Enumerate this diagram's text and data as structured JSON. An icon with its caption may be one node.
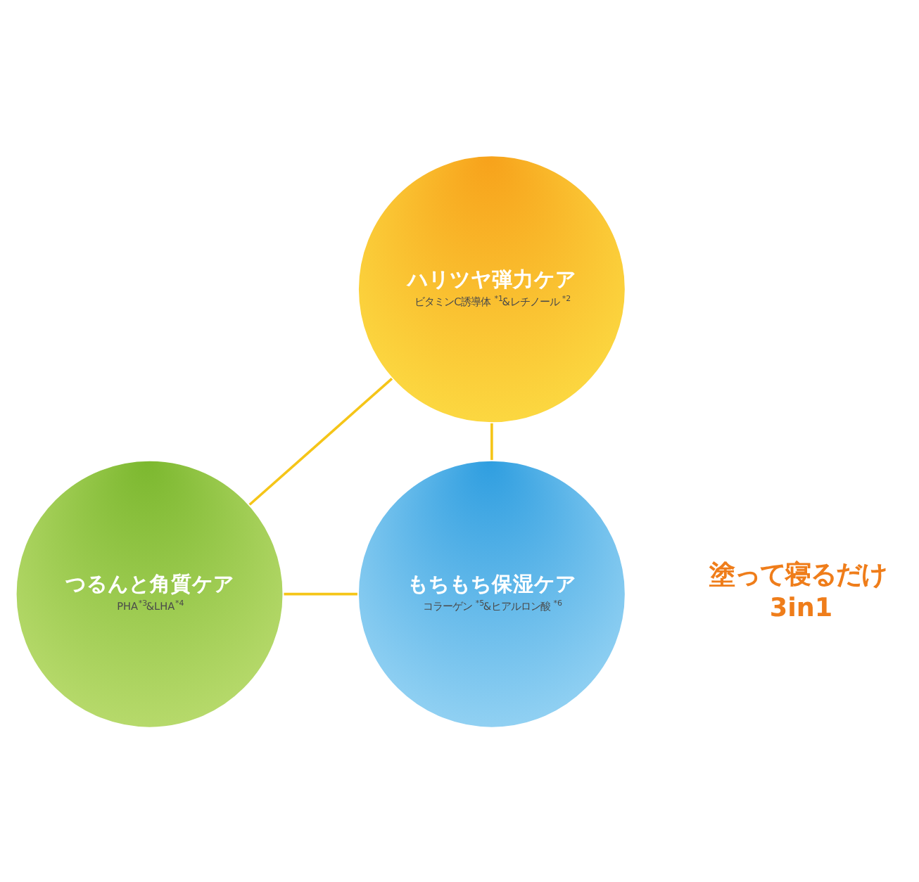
{
  "diagram": {
    "nodes": [
      {
        "text": [
          "ハリツヤ弾力ケア",
          "ビタミンC誘導体$^{*1}$&レチノール$^{*2}$"
        ]
      },
      {
        "text": [
          "つるんと角質ケア",
          "PHA$^{*3}$&LHA$^{*4}$"
        ]
      },
      {
        "text": [
          "もちもち保湿ケア",
          "コラーゲン$^{*5}$&ヒアルロン酸$^{*6}$"
        ]
      }
    ],
    "edges": [
      {
        "from": 0,
        "to": 1,
        "arrow": "none"
      },
      {
        "from": 0,
        "to": 2,
        "arrow": "none"
      },
      {
        "from": 1,
        "to": 2,
        "arrow": "none"
      }
    ],
    "labels": [
      "塗って寝るだけ",
      "3in1"
    ]
  }
}
